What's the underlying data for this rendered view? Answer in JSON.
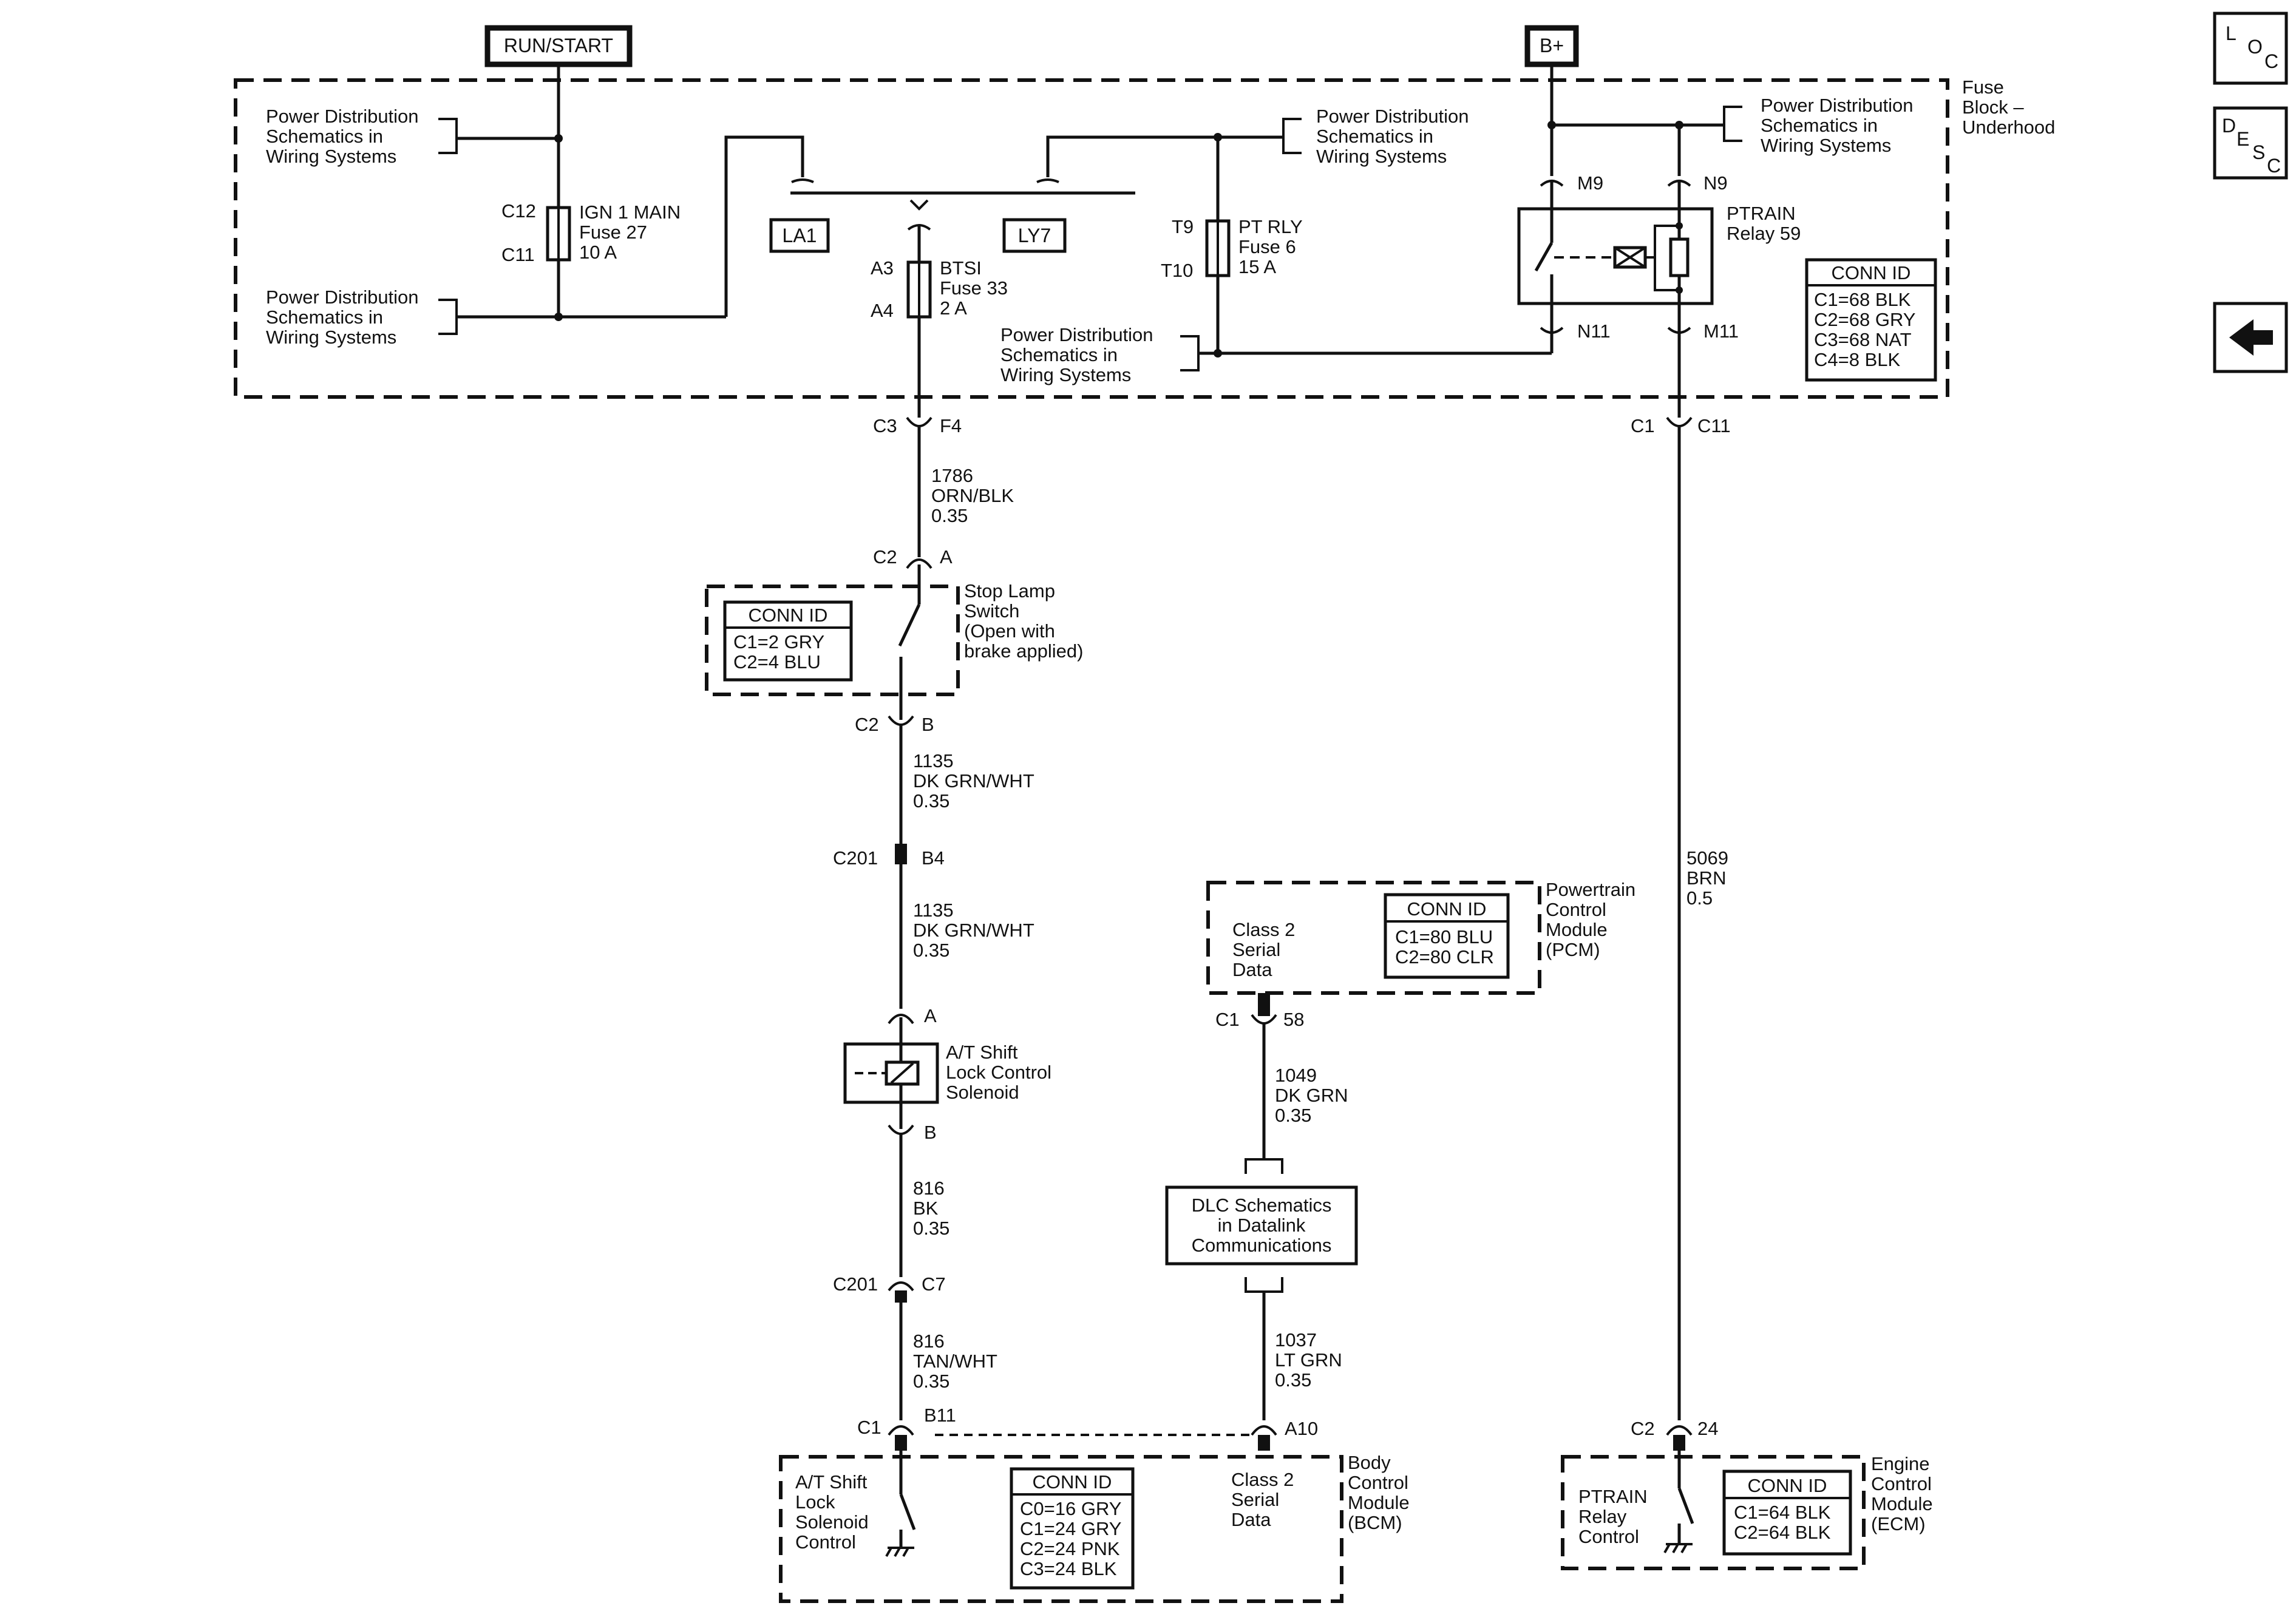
{
  "labels": {
    "run_start": "RUN/START",
    "b_plus": "B+",
    "loc": [
      "L",
      "O",
      "C"
    ],
    "desc": [
      "D",
      "E",
      "S",
      "C"
    ],
    "fuse_block": [
      "Fuse",
      "Block –",
      "Underhood"
    ],
    "pd_schematics": [
      "Power Distribution",
      "Schematics in",
      "Wiring  Systems"
    ],
    "la1": "LA1",
    "ly7": "LY7",
    "conn_id": "CONN ID"
  },
  "fuses": {
    "ign1": {
      "top_pin": "C12",
      "bottom_pin": "C11",
      "lines": [
        "IGN 1 MAIN",
        "Fuse 27",
        "10 A"
      ]
    },
    "btsi": {
      "top_pin": "A3",
      "bottom_pin": "A4",
      "lines": [
        "BTSI",
        "Fuse 33",
        "2 A"
      ]
    },
    "ptrly": {
      "top_pin": "T9",
      "bottom_pin": "T10",
      "lines": [
        "PT RLY",
        "Fuse 6",
        "15 A"
      ]
    }
  },
  "relay": {
    "name": [
      "PTRAIN",
      "Relay 59"
    ],
    "pins": {
      "m9": "M9",
      "n9": "N9",
      "n11": "N11",
      "m11": "M11"
    },
    "conn_ids": [
      "C1=68 BLK",
      "C2=68 GRY",
      "C3=68 NAT",
      "C4=8 BLK"
    ]
  },
  "connectors": {
    "c3_f4": [
      "C3",
      "F4"
    ],
    "c2_a": [
      "C2",
      "A"
    ],
    "c2_b": [
      "C2",
      "B"
    ],
    "c201_b4": [
      "C201",
      "B4"
    ],
    "sol_a": [
      "A"
    ],
    "sol_b": [
      "B"
    ],
    "c201_c7": [
      "C201",
      "C7"
    ],
    "c1_b11": [
      "C1",
      "B11"
    ],
    "a10": [
      "A10"
    ],
    "c1_58": [
      "C1",
      "58"
    ],
    "c1_c11": [
      "C1",
      "C11"
    ],
    "c2_24": [
      "C2",
      "24"
    ]
  },
  "wires": {
    "w1786": [
      "1786",
      "ORN/BLK",
      "0.35"
    ],
    "w1135a": [
      "1135",
      "DK GRN/WHT",
      "0.35"
    ],
    "w1135b": [
      "1135",
      "DK GRN/WHT",
      "0.35"
    ],
    "w816a": [
      "816",
      "BK",
      "0.35"
    ],
    "w816b": [
      "816",
      "TAN/WHT",
      "0.35"
    ],
    "w1049": [
      "1049",
      "DK GRN",
      "0.35"
    ],
    "w1037": [
      "1037",
      "LT GRN",
      "0.35"
    ],
    "w5069": [
      "5069",
      "BRN",
      "0.5"
    ]
  },
  "components": {
    "stop_lamp": {
      "name": [
        "Stop Lamp",
        "Switch",
        "(Open with",
        "brake applied)"
      ],
      "conn_ids": [
        "C1=2 GRY",
        "C2=4 BLU"
      ]
    },
    "solenoid": [
      "A/T Shift",
      "Lock Control",
      "Solenoid"
    ],
    "pcm": {
      "name": [
        "Powertrain",
        "Control",
        "Module",
        "(PCM)"
      ],
      "inner": [
        "Class 2",
        "Serial",
        "Data"
      ],
      "conn_ids": [
        "C1=80 BLU",
        "C2=80 CLR"
      ]
    },
    "dlc": [
      "DLC Schematics",
      "in Datalink",
      "Communications"
    ],
    "bcm": {
      "name": [
        "Body",
        "Control",
        "Module",
        "(BCM)"
      ],
      "left": [
        "A/T Shift",
        "Lock",
        "Solenoid",
        "Control"
      ],
      "right": [
        "Class 2",
        "Serial",
        "Data"
      ],
      "conn_ids": [
        "C0=16 GRY",
        "C1=24 GRY",
        "C2=24 PNK",
        "C3=24 BLK"
      ]
    },
    "ecm": {
      "name": [
        "Engine",
        "Control",
        "Module",
        "(ECM)"
      ],
      "inner": [
        "PTRAIN",
        "Relay",
        "Control"
      ],
      "conn_ids": [
        "C1=64 BLK",
        "C2=64 BLK"
      ]
    }
  }
}
